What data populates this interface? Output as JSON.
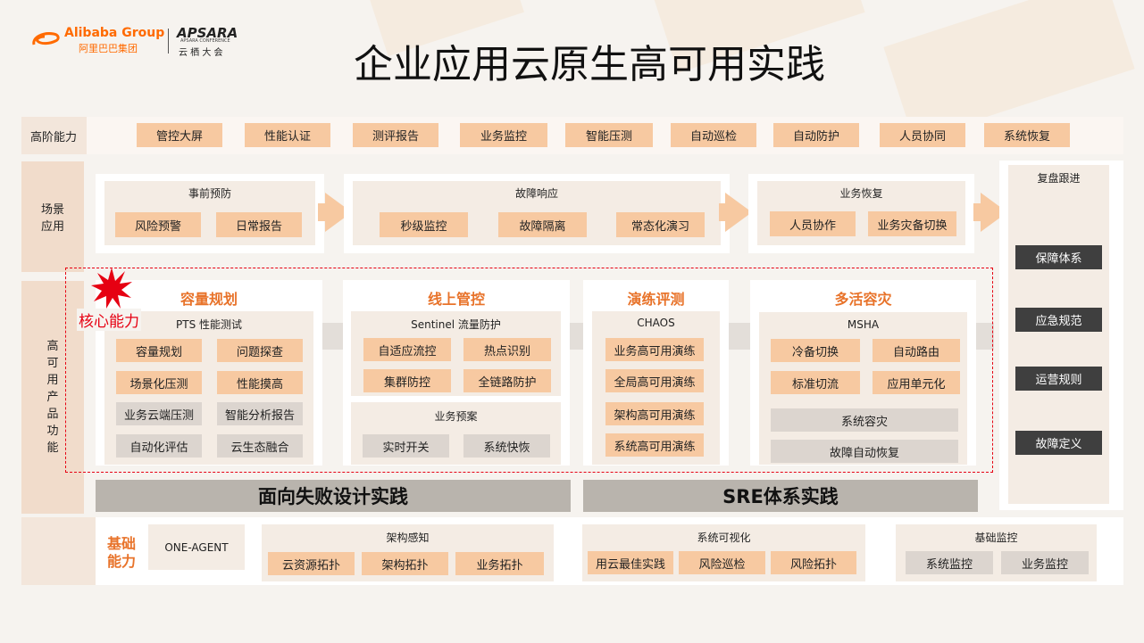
{
  "header": {
    "logo_alibaba_en": "Alibaba Group",
    "logo_alibaba_cn": "阿里巴巴集团",
    "logo_apsara_en": "APSARA",
    "logo_apsara_small": "APSARA CONFERENCE",
    "logo_apsara_cn": "云 栖 大 会",
    "title": "企业应用云原生高可用实践"
  },
  "advanced": {
    "label": "高阶能力",
    "items": [
      "管控大屏",
      "性能认证",
      "测评报告",
      "业务监控",
      "智能压测",
      "自动巡检",
      "自动防护",
      "人员协同",
      "系统恢复"
    ]
  },
  "scenario": {
    "label": "场景\n应用",
    "groups": [
      {
        "title": "事前预防",
        "items": [
          "风险预警",
          "日常报告"
        ]
      },
      {
        "title": "故障响应",
        "items": [
          "秒级监控",
          "故障隔离",
          "常态化演习"
        ]
      },
      {
        "title": "业务恢复",
        "items": [
          "人员协作",
          "业务灾备切换"
        ]
      }
    ]
  },
  "review": {
    "title": "复盘跟进",
    "items": [
      "保障体系",
      "应急规范",
      "运营规则",
      "故障定义"
    ]
  },
  "product": {
    "label": "高\n可\n用\n产\n品\n功\n能",
    "core_label": "核心能力",
    "capacity": {
      "title": "容量规划",
      "subtitle": "PTS 性能测试",
      "items": [
        "容量规划",
        "问题探查",
        "场景化压测",
        "性能摸高",
        "业务云端压测",
        "智能分析报告",
        "自动化评估",
        "云生态融合"
      ]
    },
    "online": {
      "title": "线上管控",
      "subtitle": "Sentinel 流量防护",
      "items": [
        "自适应流控",
        "热点识别",
        "集群防控",
        "全链路防护"
      ],
      "subtitle2": "业务预案",
      "items2": [
        "实时开关",
        "系统快恢"
      ]
    },
    "drill": {
      "title": "演练评测",
      "subtitle": "CHAOS",
      "items": [
        "业务高可用演练",
        "全局高可用演练",
        "架构高可用演练",
        "系统高可用演练"
      ]
    },
    "multi": {
      "title": "多活容灾",
      "subtitle": "MSHA",
      "items": [
        "冷备切换",
        "自动路由",
        "标准切流",
        "应用单元化"
      ],
      "wide_items": [
        "系统容灾",
        "故障自动恢复"
      ]
    },
    "band_left": "面向失败设计实践",
    "band_right": "SRE体系实践"
  },
  "basic": {
    "label": "基础\n能力",
    "agent": "ONE-AGENT",
    "groups": [
      {
        "title": "架构感知",
        "items": [
          "云资源拓扑",
          "架构拓扑",
          "业务拓扑"
        ]
      },
      {
        "title": "系统可视化",
        "items": [
          "用云最佳实践",
          "风险巡检",
          "风险拓扑"
        ]
      },
      {
        "title": "基础监控",
        "items": [
          "系统监控",
          "业务监控"
        ]
      }
    ]
  },
  "colors": {
    "accent": "#e8732a",
    "tag": "#f7c9a1",
    "dark": "#3f3f3f",
    "star": "#e60012"
  }
}
